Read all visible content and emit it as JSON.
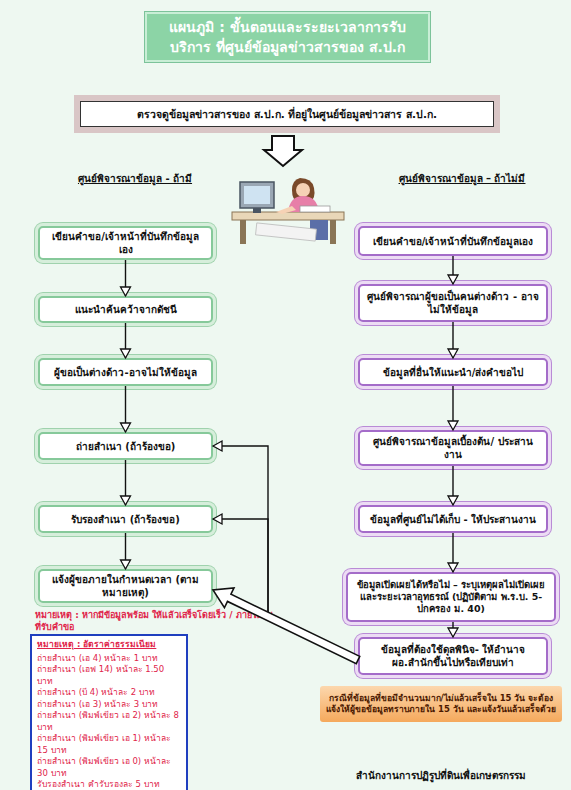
{
  "diagram": {
    "title": "แผนภูมิ : ขั้นตอนและระยะเวลาการรับบริการ ที่ศูนย์ข้อมูลข่าวสารของ ส.ป.ก",
    "nodes": [
      {
        "text": [
          "ตรวจดูข้อมูลข่าวสารของ ส.ป.ก. ที่อยู่ในศูนย์ข้อมูลข่าวสาร ส.ป.ก."
        ]
      },
      {
        "text": [
          "เขียนคำขอ/เจ้าหน้าที่บันทึกข้อมูลเอง"
        ]
      },
      {
        "text": [
          "แนะนำค้นคว้าจากดัชนี"
        ]
      },
      {
        "text": [
          "ผู้ขอเป็นต่างด้าว-อาจไม่ให้ข้อมูล"
        ]
      },
      {
        "text": [
          "ถ่ายสำเนา (ถ้าร้องขอ)"
        ]
      },
      {
        "text": [
          "รับรองสำเนา (ถ้าร้องขอ)"
        ]
      },
      {
        "text": [
          "แจ้งผู้ขอภายในกำหนดเวลา (ตามหมายเหตุ)"
        ]
      },
      {
        "text": [
          "หมายเหตุ : อัตราค่าธรรมเนียม",
          "ถ่ายสำเนา (เอ 4) หน้าละ 1 บาท",
          "ถ่ายสำเนา (เอฟ 14) หน้าละ 1.50 บาท",
          "ถ่ายสำเนา (บี 4) หน้าละ 2 บาท",
          "ถ่ายสำเนา (เอ 3) หน้าละ 3 บาท",
          "ถ่ายสำเนา (พิมพ์เขียว เอ 2) หน้าละ 8 บาท",
          "ถ่ายสำเนา (พิมพ์เขียว เอ 1) หน้าละ 15 บาท",
          "ถ่ายสำเนา (พิมพ์เขียว เอ 0) หน้าละ 30 บาท",
          "รับรองสำเนา คำรับรองละ 5 บาท"
        ]
      },
      {
        "text": [
          "เขียนคำขอ/เจ้าหน้าที่บันทึกข้อมูลเอง"
        ]
      },
      {
        "text": [
          "ศูนย์พิจารณาผู้ขอเป็นคนต่างด้าว - อาจไม่ให้ข้อมูล"
        ]
      },
      {
        "text": [
          "ข้อมูลที่อื่นให้แนะนำ/ส่งคำขอไป"
        ]
      },
      {
        "text": [
          "ศูนย์พิจารณาข้อมูลเบื้องต้น/ ประสานงาน"
        ]
      },
      {
        "text": [
          "ข้อมูลที่ศูนย์ไม่ได้เก็บ - ให้ประสานงาน"
        ]
      },
      {
        "text": [
          "ข้อมูลเปิดเผยได้หรือไม่ – ระบุเหตุผลไม่เปิดเผย และระยะเวลาอุทธรณ์ (ปฏิบัติตาม พ.ร.บ. 5-ปกครอง ม. 40)"
        ]
      },
      {
        "text": [
          "ข้อมูลที่ต้องใช้ดุลพินิจ- ให้อำนาจ ผอ.สำนักขึ้นไปหรือเทียบเท่า"
        ]
      },
      {
        "text": [
          "กรณีที่ข้อมูลที่ขอมีจำนวนมาก/ไม่แล้วเสร็จใน 15 วัน จะต้องแจ้งให้ผู้ขอข้อมูลทราบภายใน 15 วัน และแจ้งวันแล้วเสร็จด้วย"
        ]
      }
    ],
    "edges": [
      {
        "from": 1,
        "to": 2,
        "arrow": "to"
      },
      {
        "from": 2,
        "to": 3,
        "arrow": "to"
      },
      {
        "from": 3,
        "to": 4,
        "arrow": "to"
      },
      {
        "from": 4,
        "to": 5,
        "arrow": "to"
      },
      {
        "from": 5,
        "to": 6,
        "arrow": "to"
      },
      {
        "from": 8,
        "to": 9,
        "arrow": "to"
      },
      {
        "from": 9,
        "to": 10,
        "arrow": "to"
      },
      {
        "from": 10,
        "to": 11,
        "arrow": "to"
      },
      {
        "from": 11,
        "to": 12,
        "arrow": "to"
      },
      {
        "from": 12,
        "to": 13,
        "arrow": "to"
      },
      {
        "from": 13,
        "to": 14,
        "arrow": "to"
      },
      {
        "from": 14,
        "to": 4,
        "arrow": "to"
      },
      {
        "from": 14,
        "to": 5,
        "arrow": "to"
      },
      {
        "from": 14,
        "to": 6,
        "arrow": "to"
      }
    ],
    "labels": [
      "ศูนย์พิจารณาข้อมูล - ถ้ามี",
      "ศูนย์พิจารณาข้อมูล – ถ้าไม่มี",
      "หมายเหตุ : หากมีข้อมูลพร้อม ให้แล้วเสร็จโดยเร็ว / ภายในวันที่รับคำขอ",
      "สำนักงานการปฏิรูปที่ดินเพื่อเกษตรกรรม"
    ]
  }
}
